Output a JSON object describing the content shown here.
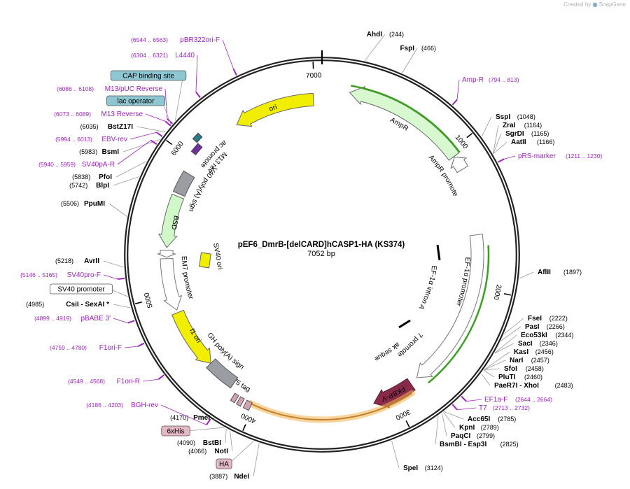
{
  "plasmid": {
    "name": "pEF6_DmrB-[delCARD]hCASP1-HA (KS374)",
    "length": "7052 bp"
  },
  "credit": {
    "prefix": "Created by",
    "brand": "SnapGene"
  },
  "colors": {
    "ring": "#222222",
    "enzyme": "#000000",
    "primer": "#a020c0",
    "ori": "#f2ee00",
    "ampr": "#d8f8d0",
    "bsd": "#d0f8c8",
    "fkbp": "#8a2a4a",
    "polyA": "#9a9ea3",
    "promoter": "#ffffff",
    "tag": "#d4a2b0",
    "box_blue": "#8ec6d2",
    "box_pink": "#e4b9c4",
    "green_line": "#3aa020",
    "orange_halo": "#f4b24a"
  },
  "ticks": [
    {
      "value": "1000",
      "pos": 1000
    },
    {
      "value": "2000",
      "pos": 2000
    },
    {
      "value": "3000",
      "pos": 3000
    },
    {
      "value": "4000",
      "pos": 4000
    },
    {
      "value": "5000",
      "pos": 5000
    },
    {
      "value": "6000",
      "pos": 6000
    },
    {
      "value": "7000",
      "pos": 7000
    }
  ],
  "enzymes": [
    {
      "name": "AhdI",
      "pos": "(244)",
      "bp": 244
    },
    {
      "name": "FspI",
      "pos": "(466)",
      "bp": 466
    },
    {
      "name": "SspI",
      "pos": "(1048)",
      "bp": 1048
    },
    {
      "name": "ZraI",
      "pos": "(1164)",
      "bp": 1164
    },
    {
      "name": "SgrDI",
      "pos": "(1165)",
      "bp": 1165
    },
    {
      "name": "AatII",
      "pos": "(1166)",
      "bp": 1166
    },
    {
      "name": "AflII",
      "pos": "(1897)",
      "bp": 1897
    },
    {
      "name": "FseI",
      "pos": "(2222)",
      "bp": 2222
    },
    {
      "name": "PasI",
      "pos": "(2266)",
      "bp": 2266
    },
    {
      "name": "Eco53kI",
      "pos": "(2344)",
      "bp": 2344
    },
    {
      "name": "SacI",
      "pos": "(2346)",
      "bp": 2346
    },
    {
      "name": "KasI",
      "pos": "(2456)",
      "bp": 2456
    },
    {
      "name": "NarI",
      "pos": "(2457)",
      "bp": 2457
    },
    {
      "name": "SfoI",
      "pos": "(2458)",
      "bp": 2458
    },
    {
      "name": "PluTI",
      "pos": "(2460)",
      "bp": 2460
    },
    {
      "name": "PaeR7I - XhoI",
      "pos": "(2483)",
      "bp": 2483
    },
    {
      "name": "Acc65I",
      "pos": "(2785)",
      "bp": 2785
    },
    {
      "name": "KpnI",
      "pos": "(2789)",
      "bp": 2789
    },
    {
      "name": "PaqCI",
      "pos": "(2799)",
      "bp": 2799
    },
    {
      "name": "BsmBI - Esp3I",
      "pos": "(2825)",
      "bp": 2825
    },
    {
      "name": "SpeI",
      "pos": "(3124)",
      "bp": 3124
    },
    {
      "name": "NdeI",
      "pos": "(3887)",
      "bp": 3887
    },
    {
      "name": "NotI",
      "pos": "(4066)",
      "bp": 4066
    },
    {
      "name": "BstBI",
      "pos": "(4090)",
      "bp": 4090
    },
    {
      "name": "PmeI",
      "pos": "(4170)",
      "bp": 4170
    },
    {
      "name": "CsiI - SexAI *",
      "pos": "(4985)",
      "bp": 4985
    },
    {
      "name": "AvrII",
      "pos": "(5218)",
      "bp": 5218
    },
    {
      "name": "PpuMI",
      "pos": "(5506)",
      "bp": 5506
    },
    {
      "name": "BlpI",
      "pos": "(5742)",
      "bp": 5742
    },
    {
      "name": "PfoI",
      "pos": "(5838)",
      "bp": 5838
    },
    {
      "name": "BsmI",
      "pos": "(5983)",
      "bp": 5983
    },
    {
      "name": "BstZ17I",
      "pos": "(6035)",
      "bp": 6035
    }
  ],
  "primers": [
    {
      "name": "Amp-R",
      "range": "(794 .. 813)",
      "bp": 804
    },
    {
      "name": "pRS-marker",
      "range": "(1211 .. 1230)",
      "bp": 1220
    },
    {
      "name": "EF1a-F",
      "range": "(2644 .. 2664)",
      "bp": 2654
    },
    {
      "name": "T7",
      "range": "(2713 .. 2732)",
      "bp": 2722
    },
    {
      "name": "BGH-rev",
      "range": "(4186 .. 4203)",
      "bp": 4195
    },
    {
      "name": "F1ori-R",
      "range": "(4549 .. 4568)",
      "bp": 4558
    },
    {
      "name": "F1ori-F",
      "range": "(4759 .. 4780)",
      "bp": 4770
    },
    {
      "name": "pBABE 3'",
      "range": "(4899 .. 4919)",
      "bp": 4909
    },
    {
      "name": "SV40pro-F",
      "range": "(5146 .. 5165)",
      "bp": 5155
    },
    {
      "name": "SV40pA-R",
      "range": "(5940 .. 5959)",
      "bp": 5950
    },
    {
      "name": "EBV-rev",
      "range": "(5994 .. 6013)",
      "bp": 6004
    },
    {
      "name": "M13 Reverse",
      "range": "(6073 .. 6089)",
      "bp": 6081
    },
    {
      "name": "M13/pUC Reverse",
      "range": "(6086 .. 6108)",
      "bp": 6097
    },
    {
      "name": "L4440",
      "range": "(6304 .. 6321)",
      "bp": 6312
    },
    {
      "name": "pBR322ori-F",
      "range": "(6544 .. 6563)",
      "bp": 6553
    }
  ],
  "boxed_features": [
    {
      "name": "CAP binding site",
      "style": "blue",
      "bp": 6120
    },
    {
      "name": "lac operator",
      "style": "blue",
      "bp": 6085
    },
    {
      "name": "SV40 promoter",
      "style": "white",
      "bp": 5050
    },
    {
      "name": "6xHis",
      "style": "pink",
      "bp": 4105
    },
    {
      "name": "HA",
      "style": "pink",
      "bp": 3920
    }
  ],
  "arc_labels": {
    "ori": "ori",
    "ampr": "AmpR",
    "ampr_promoter": "AmpR promoter",
    "ef1a_promoter": "EF-1α promoter",
    "ef1a_intron": "EF-1α intron A",
    "t7_promoter": "T7 promoter",
    "kozak": "Kozak sequence",
    "fkbp": "FKBP-V",
    "v5": "V5 tag",
    "bgh": "bGH poly(A) signal",
    "f1ori": "f1 ori",
    "em7": "EM7 promoter",
    "bsd": "BSD",
    "sv40polyA": "SV40 poly(A) signal",
    "sv40ori": "SV40 ori",
    "lac": "lac promoter",
    "m13rev": "M13 rev"
  }
}
